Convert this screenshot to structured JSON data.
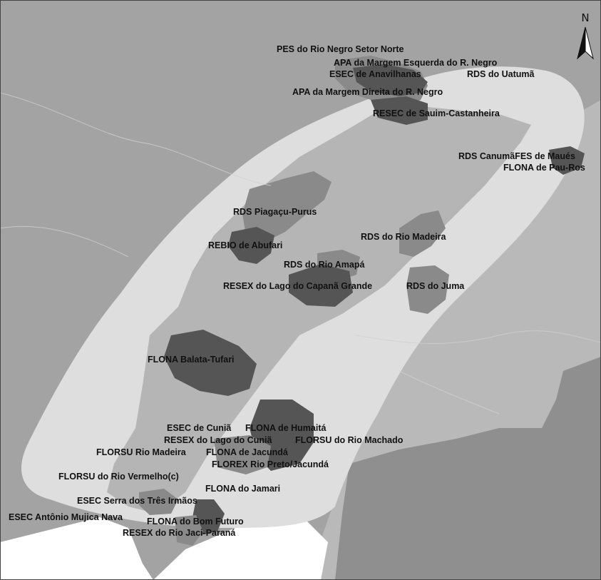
{
  "map": {
    "north_label": "N",
    "labels": [
      "PES do Rio Negro Setor Norte",
      "APA da Margem Esquerda do R. Negro",
      "ESEC de Anavilhanas",
      "RDS do Uatumã",
      "APA da Margem Direita do R. Negro",
      "RESEC de Sauim-Castanheira",
      "RDS CanumãFES de Maués",
      "FLONA de Pau-Ros",
      "RDS Piagaçu-Purus",
      "RDS do Rio Madeira",
      "REBIO de Abufari",
      "RDS do Rio Amapá",
      "RESEX do Lago do Capanã Grande",
      "RDS do Juma",
      "FLONA Balata-Tufari",
      "ESEC de Cuniã",
      "FLONA de Humaitá",
      "RESEX do Lago do Cuniã",
      "FLORSU do Rio Machado",
      "FLORSU Rio Madeira",
      "FLONA de Jacundá",
      "FLOREX Rio Preto/Jacundá",
      "FLORSU do Rio Vermelho(c)",
      "FLONA do Jamari",
      "ESEC Serra dos Três Irmãos",
      "ESEC Antônio Mujica Nava",
      "FLONA do Bom Futuro",
      "RESEX do Rio Jaci-Paraná"
    ]
  },
  "colors": {
    "background": "#a3a3a3",
    "buffer": "#dedede",
    "corridor": "#b5b5b5",
    "protected_medium": "#8a8a8a",
    "protected_dark": "#555555",
    "land_light": "#b9b9b9",
    "land_dark": "#8f8f8f",
    "water": "#ffffff"
  }
}
